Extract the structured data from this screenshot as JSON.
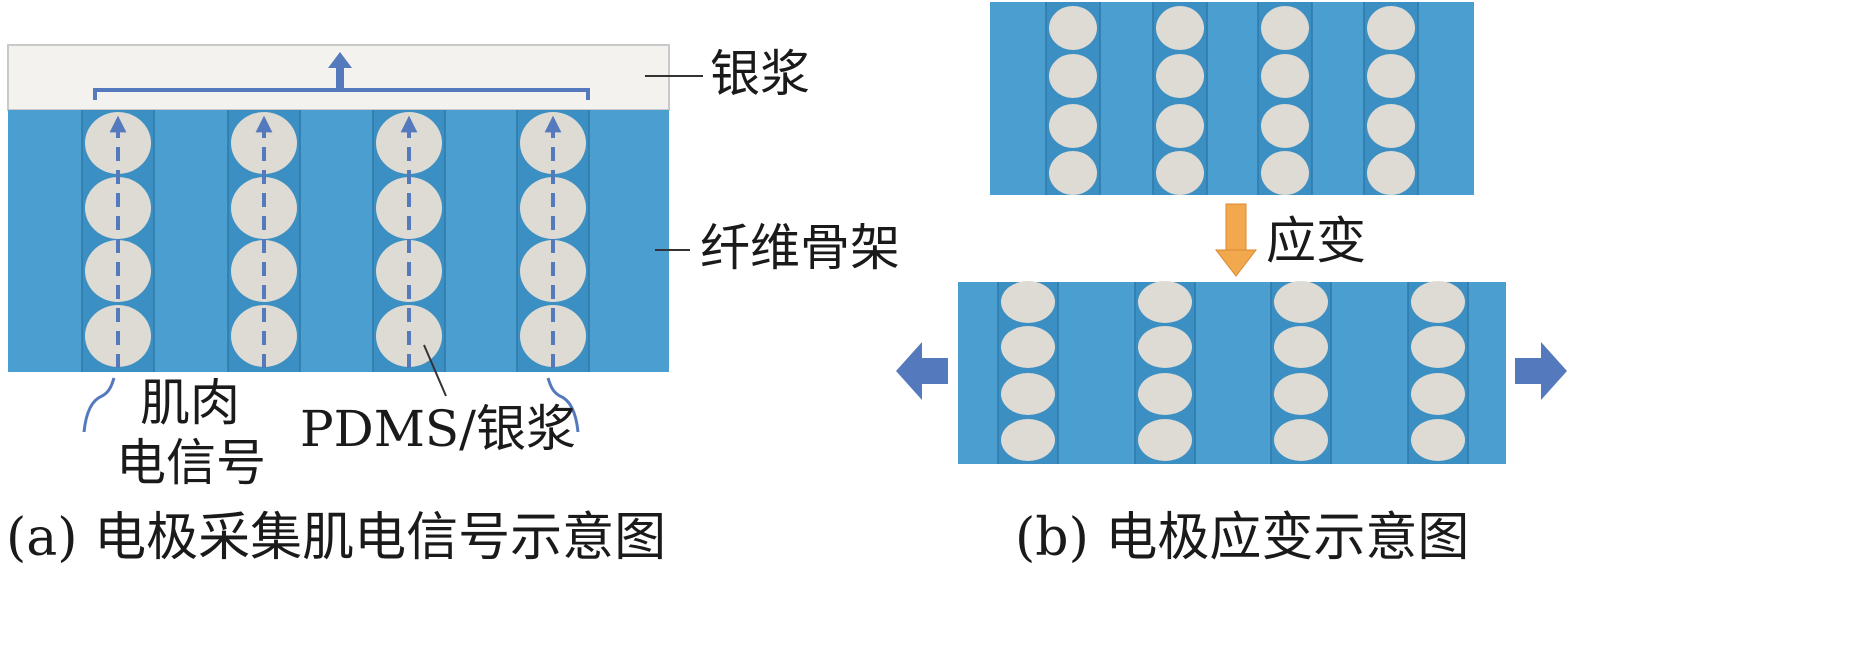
{
  "panel_a": {
    "caption": "(a) 电极采集肌电信号示意图",
    "labels": {
      "silver_paste": "银浆",
      "fiber_skeleton": "纤维骨架",
      "muscle_signal_line1": "肌肉",
      "muscle_signal_line2": "电信号",
      "pdms_silver": "PDMS/银浆"
    }
  },
  "panel_b": {
    "caption": "(b) 电极应变示意图",
    "labels": {
      "strain": "应变"
    }
  },
  "colors": {
    "substrate_blue": "#4a9fd0",
    "strip_blue": "#3c8fc2",
    "circle_fill": "#dedad4",
    "silver_layer": "#f3f2ee",
    "arrow_blue": "#5579bd",
    "strain_arrow_orange": "#f2a84c"
  }
}
